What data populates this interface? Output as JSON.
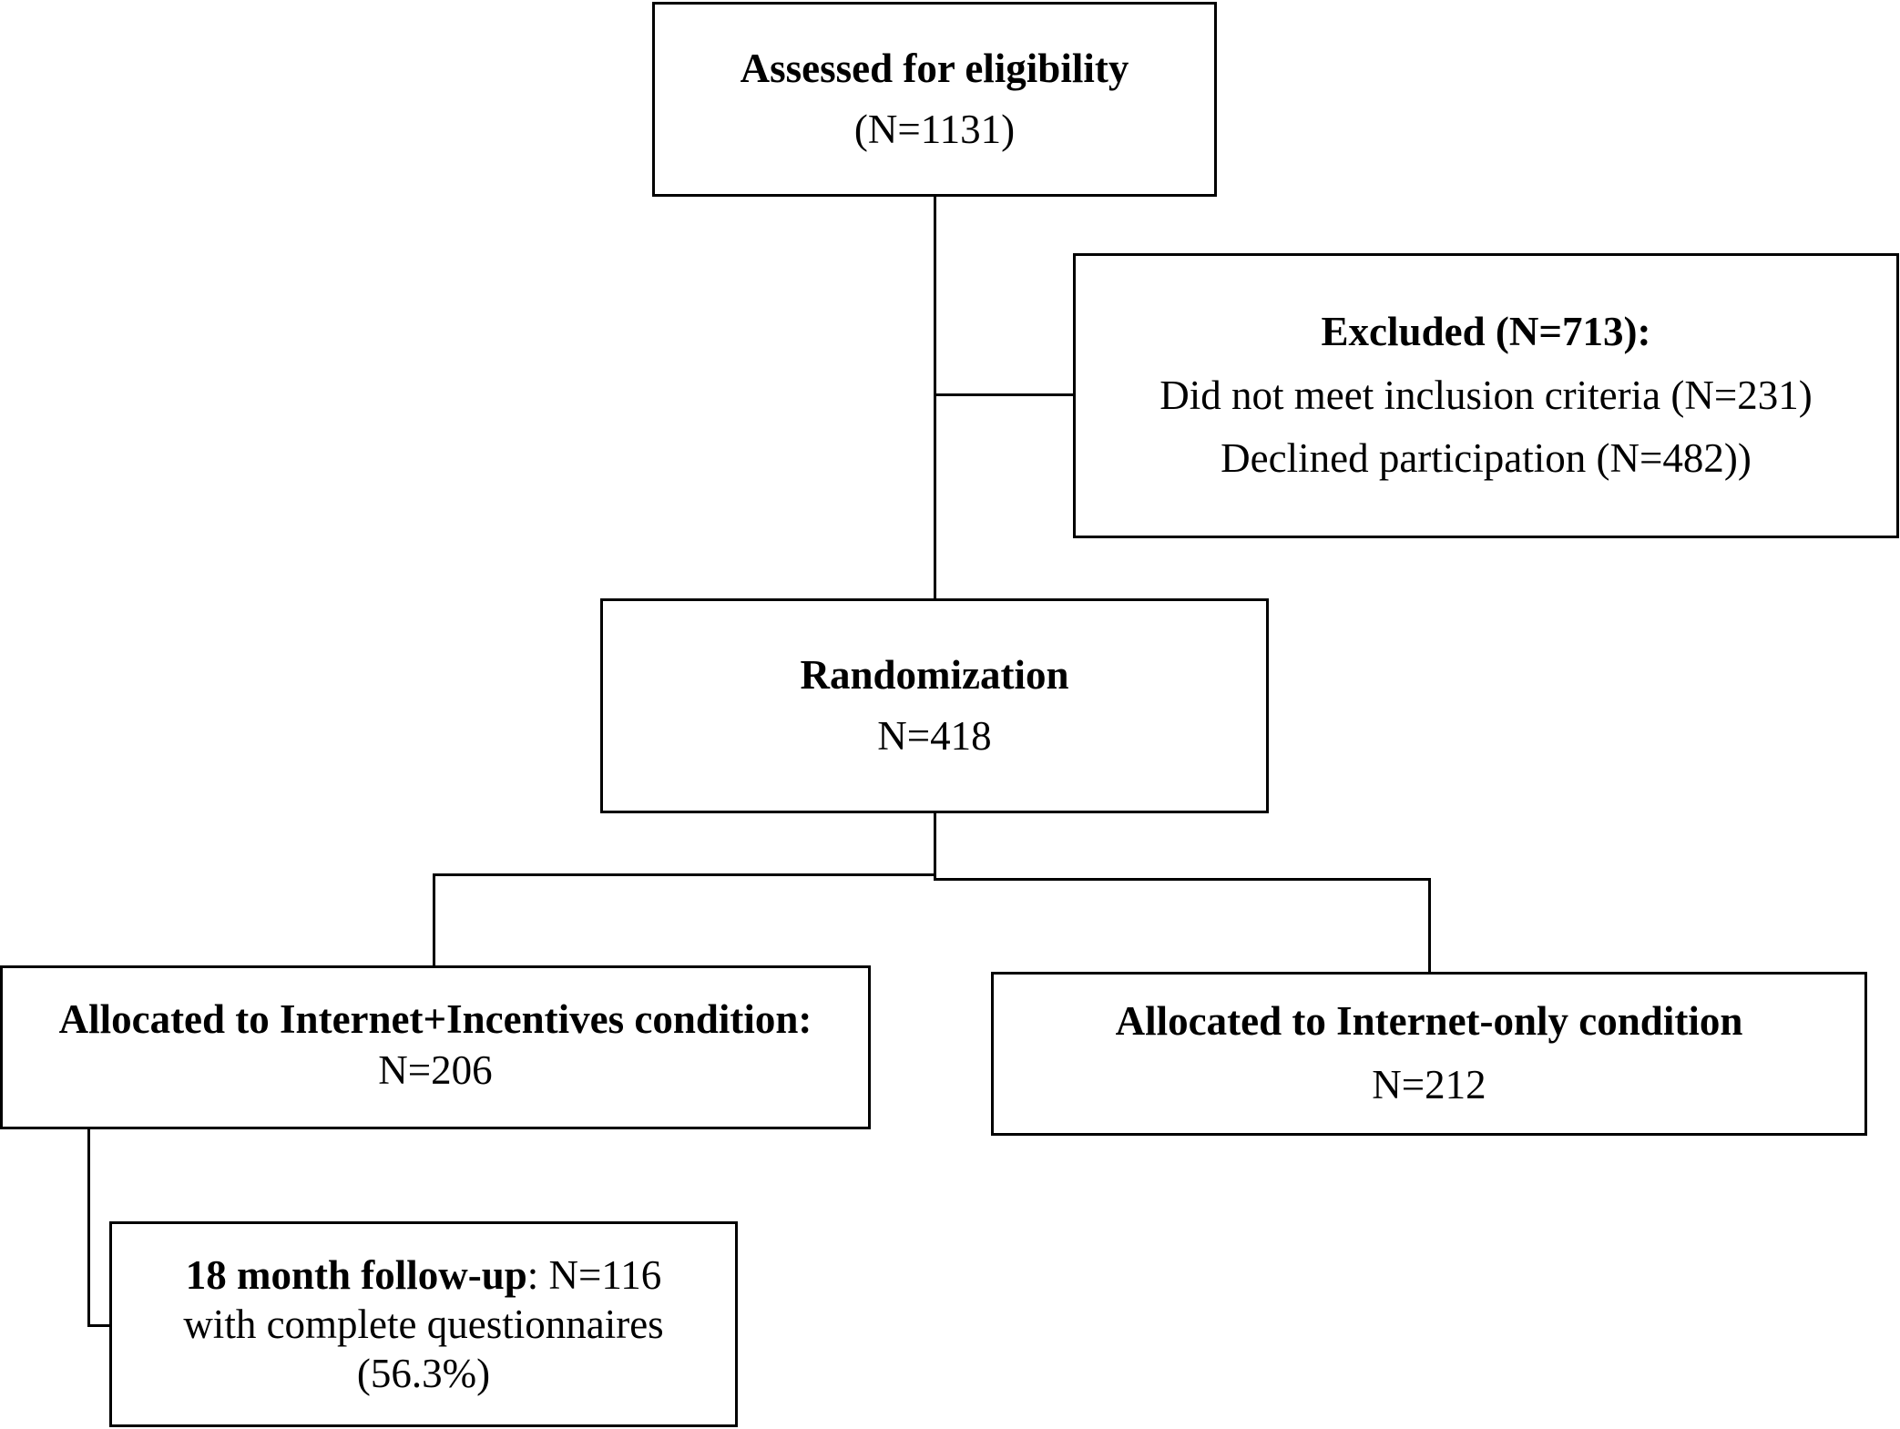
{
  "flowchart": {
    "assessed": {
      "title": "Assessed for eligibility",
      "count": "(N=1131)"
    },
    "excluded": {
      "title": "Excluded (N=713):",
      "line1": "Did not meet inclusion criteria (N=231)",
      "line2": "Declined participation (N=482))"
    },
    "randomization": {
      "title": "Randomization",
      "count": "N=418"
    },
    "allocated_incentives": {
      "title": "Allocated to Internet+Incentives condition:",
      "count": "N=206"
    },
    "allocated_internet_only": {
      "title": "Allocated to Internet-only condition",
      "count": "N=212"
    },
    "followup": {
      "title": "18 month follow-up",
      "count": ": N=116",
      "line2": "with complete questionnaires",
      "line3": "(56.3%)"
    }
  }
}
